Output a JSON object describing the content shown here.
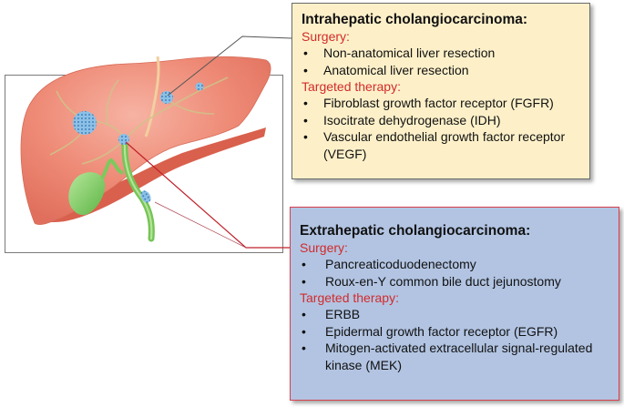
{
  "diagram": {
    "subject": "Liver with biliary tree and tumor sites",
    "colors": {
      "liver": "#ec8370",
      "liver_dark": "#d9604d",
      "bile_duct": "#c9c48a",
      "gallbladder": "#8fd16e",
      "tumor": "#7fb6df",
      "intra_box_bg": "#fdf0c9",
      "extra_box_bg": "#b2c4e2",
      "section_red": "#d22b2b",
      "extra_border": "#d8404e"
    },
    "intrahepatic": {
      "title": "Intrahepatic cholangiocarcinoma:",
      "surgery_label": "Surgery:",
      "surgery_items": [
        "Non-anatomical liver resection",
        "Anatomical liver resection"
      ],
      "therapy_label": "Targeted therapy:",
      "therapy_items": [
        "Fibroblast growth factor receptor (FGFR)",
        "Isocitrate dehydrogenase (IDH)",
        "Vascular endothelial growth factor receptor (VEGF)"
      ],
      "therapy_item_2_line1": "Vascular endothelial growth factor receptor",
      "therapy_item_2_line2": "(VEGF)"
    },
    "extrahepatic": {
      "title": "Extrahepatic cholangiocarcinoma:",
      "surgery_label": "Surgery:",
      "surgery_items": [
        "Pancreaticoduodenectomy",
        "Roux-en-Y common bile duct jejunostomy"
      ],
      "therapy_label": "Targeted therapy:",
      "therapy_items": [
        "ERBB",
        "Epidermal growth factor receptor (EGFR)",
        "Mitogen-activated extracellular signal-regulated kinase (MEK)"
      ],
      "therapy_item_2_line1": "Mitogen-activated extracellular signal-regulated",
      "therapy_item_2_line2": "kinase (MEK)"
    }
  }
}
